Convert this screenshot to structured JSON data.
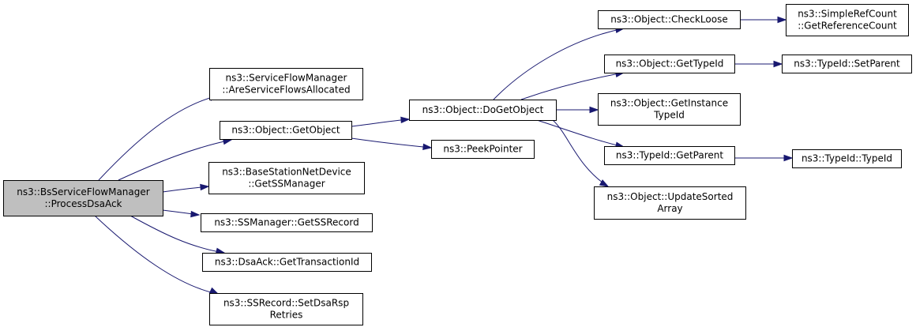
{
  "nodes": [
    {
      "id": "root",
      "lines": [
        "ns3::BsServiceFlowManager",
        "::ProcessDsaAck"
      ],
      "root": true
    },
    {
      "id": "areSF",
      "lines": [
        "ns3::ServiceFlowManager",
        "::AreServiceFlowsAllocated"
      ]
    },
    {
      "id": "getObject",
      "lines": [
        "ns3::Object::GetObject"
      ]
    },
    {
      "id": "getSSManager",
      "lines": [
        "ns3::BaseStationNetDevice",
        "::GetSSManager"
      ]
    },
    {
      "id": "getSSRecord",
      "lines": [
        "ns3::SSManager::GetSSRecord"
      ]
    },
    {
      "id": "getTransactionId",
      "lines": [
        "ns3::DsaAck::GetTransactionId"
      ]
    },
    {
      "id": "setDsaRspRetries",
      "lines": [
        "ns3::SSRecord::SetDsaRsp",
        "Retries"
      ]
    },
    {
      "id": "doGetObject",
      "lines": [
        "ns3::Object::DoGetObject"
      ]
    },
    {
      "id": "peekPointer",
      "lines": [
        "ns3::PeekPointer"
      ]
    },
    {
      "id": "checkLoose",
      "lines": [
        "ns3::Object::CheckLoose"
      ]
    },
    {
      "id": "getTypeId",
      "lines": [
        "ns3::Object::GetTypeId"
      ]
    },
    {
      "id": "getInstanceTypeId",
      "lines": [
        "ns3::Object::GetInstance",
        "TypeId"
      ]
    },
    {
      "id": "getParent",
      "lines": [
        "ns3::TypeId::GetParent"
      ]
    },
    {
      "id": "updateSorted",
      "lines": [
        "ns3::Object::UpdateSorted",
        "Array"
      ]
    },
    {
      "id": "getRefCount",
      "lines": [
        "ns3::SimpleRefCount",
        "::GetReferenceCount"
      ]
    },
    {
      "id": "setParent",
      "lines": [
        "ns3::TypeId::SetParent"
      ]
    },
    {
      "id": "typeIdCtor",
      "lines": [
        "ns3::TypeId::TypeId"
      ]
    }
  ],
  "edges": [
    {
      "from": "root",
      "to": "areSF"
    },
    {
      "from": "root",
      "to": "getObject"
    },
    {
      "from": "root",
      "to": "getSSManager"
    },
    {
      "from": "root",
      "to": "getSSRecord"
    },
    {
      "from": "root",
      "to": "getTransactionId"
    },
    {
      "from": "root",
      "to": "setDsaRspRetries"
    },
    {
      "from": "getObject",
      "to": "doGetObject"
    },
    {
      "from": "getObject",
      "to": "peekPointer"
    },
    {
      "from": "doGetObject",
      "to": "checkLoose"
    },
    {
      "from": "doGetObject",
      "to": "getTypeId"
    },
    {
      "from": "doGetObject",
      "to": "getInstanceTypeId"
    },
    {
      "from": "doGetObject",
      "to": "getParent"
    },
    {
      "from": "doGetObject",
      "to": "updateSorted"
    },
    {
      "from": "checkLoose",
      "to": "getRefCount"
    },
    {
      "from": "getTypeId",
      "to": "setParent"
    },
    {
      "from": "getParent",
      "to": "typeIdCtor"
    }
  ],
  "colors": {
    "edge": "#191970",
    "root_fill": "#bfbfbf",
    "node_fill": "#ffffff",
    "border": "#000000"
  }
}
